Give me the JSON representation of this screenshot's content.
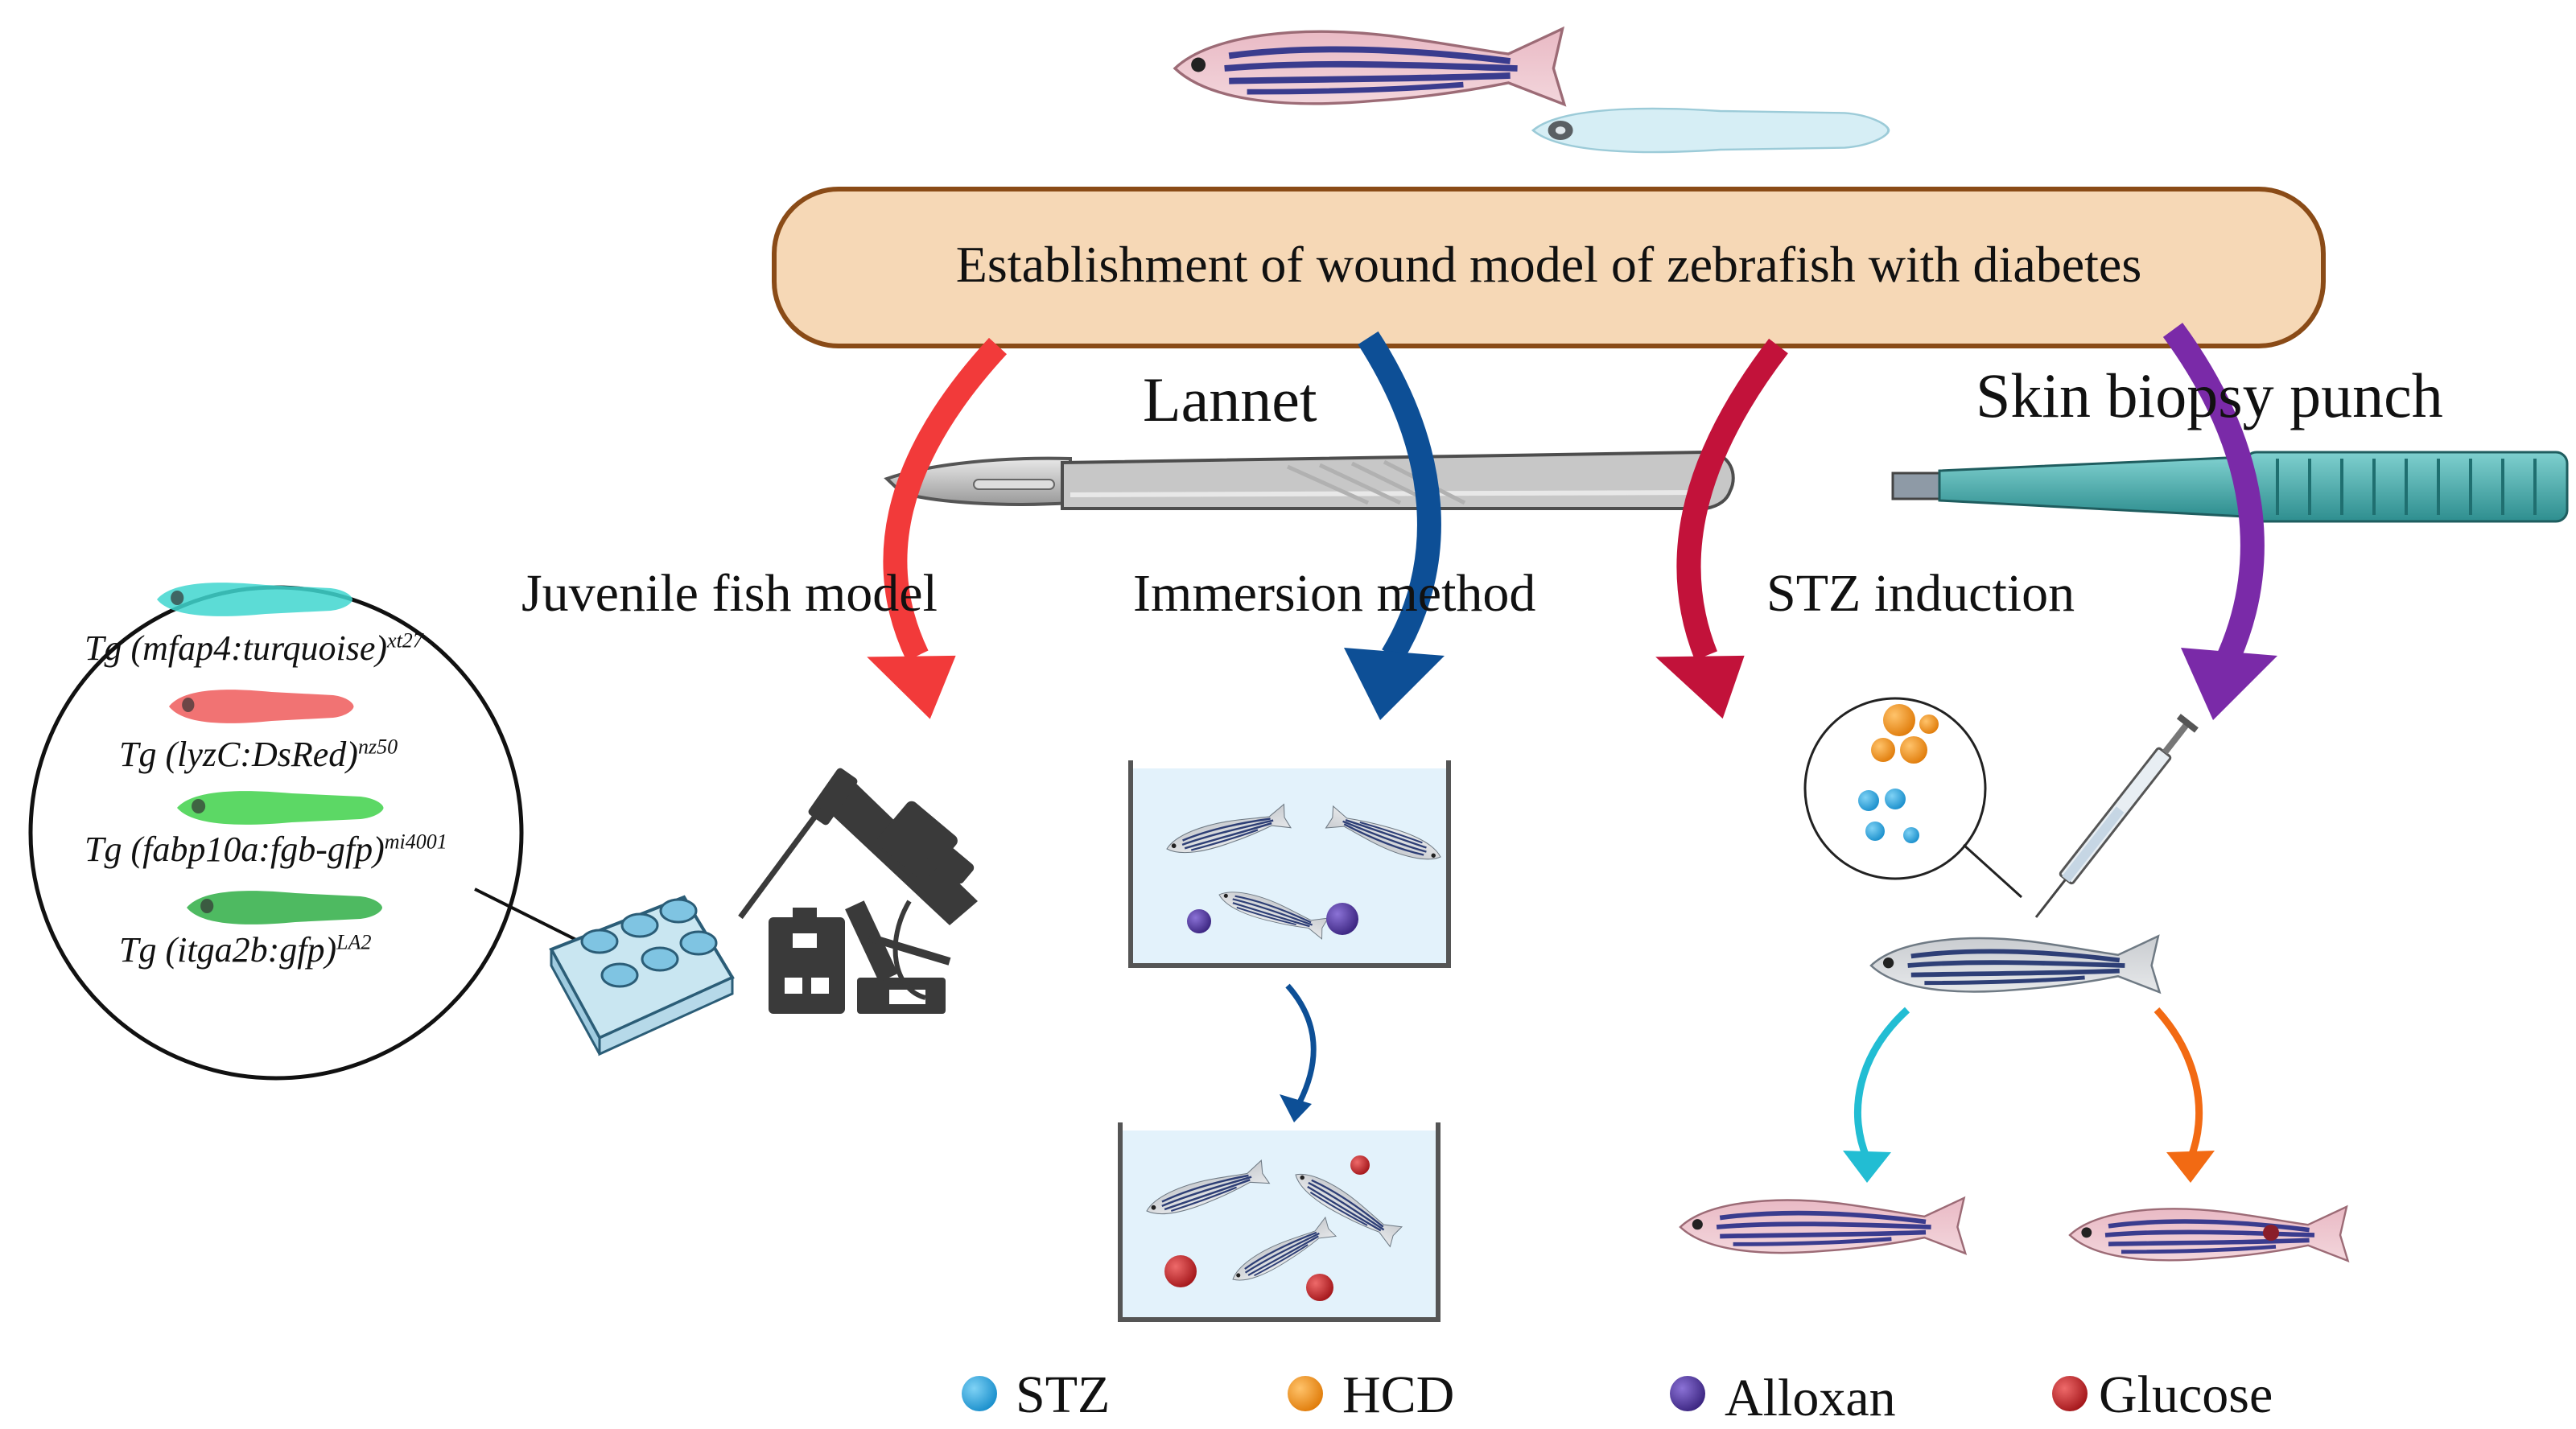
{
  "title_box": {
    "text": "Establishment of wound model of zebrafish with diabetes"
  },
  "tools": {
    "lannet": "Lannet",
    "biopsy": "Skin biopsy punch"
  },
  "methods": {
    "juvenile": "Juvenile fish model",
    "immersion": "Immersion method",
    "stz": "STZ induction"
  },
  "transgenic_lines": [
    {
      "base": "Tg (mfap4:turquoise)",
      "sup": "xt27",
      "color": "#3fd6cf"
    },
    {
      "base": "Tg (lyzC:DsRed)",
      "sup": "nz50",
      "color": "#ef5b5b"
    },
    {
      "base": "Tg (fabp10a:fgb-gfp)",
      "sup": "mi4001",
      "color": "#3fd14a"
    },
    {
      "base": "Tg (itga2b:gfp)",
      "sup": "LA2",
      "color": "#2fae45"
    }
  ],
  "legend": [
    {
      "label": "STZ",
      "color": "#1a9ad6"
    },
    {
      "label": "HCD",
      "color": "#f08c14"
    },
    {
      "label": "Alloxan",
      "color": "#4a2f96"
    },
    {
      "label": "Glucose",
      "color": "#c01e23"
    }
  ],
  "arrow_colors": {
    "juvenile": "#f23a3a",
    "immersion": "#0d4f96",
    "stz": "#c2123a",
    "biopsy": "#7a2aa8",
    "left_branch": "#22bdd3",
    "right_branch": "#f26a13"
  }
}
